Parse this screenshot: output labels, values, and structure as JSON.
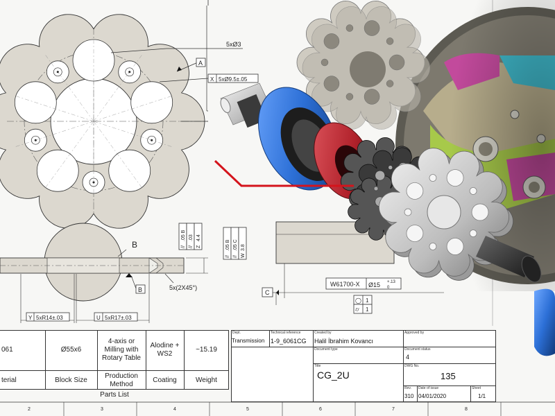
{
  "colors": {
    "part_gray": "#dcd8cf",
    "outline": "#333333",
    "blue": "#2c6fd6",
    "red": "#b0212a",
    "red_line": "#d4141c",
    "silver": "#c9c9c9",
    "dark": "#2a2a2a",
    "fixture_green": "#a7c94a",
    "fixture_magenta": "#c24a9c",
    "fixture_cyan": "#3fb7c9"
  },
  "drawing": {
    "top_view_dims": {
      "holes_count": "5xØ3",
      "datum_a": "A",
      "x_hole_tol": "X",
      "x_hole_spec": "5xØ9.5±.05"
    },
    "section_view": {
      "label_b_top": "B",
      "datum_b": "B",
      "chamfer": "5x(2X45°)",
      "radius_y_id": "Y",
      "radius_y_spec": "5xR14±.03",
      "radius_u_id": "U",
      "radius_u_spec": "5xR17±.03"
    },
    "gdt_left": {
      "row1": "Z",
      "row1_val": "4.4",
      "row2a": "//",
      "row2a_val": ".03",
      "row2b": "//",
      "row2b_val": ".05 B"
    },
    "gdt_right": {
      "row1": "W",
      "row1_val": "3.8",
      "row2a": "//",
      "row2a_val": ".05 C",
      "row2b": "//",
      "row2b_val": ".05 B"
    },
    "datum_c": "C",
    "w_dim": {
      "id": "W61700-X",
      "spec": "Ø15",
      "tol_upper": "+.13",
      "tol_lower": "0"
    },
    "flat_box": {
      "sym1": "◯",
      "val1": "1",
      "sym2": "⌭",
      "val2": "1"
    }
  },
  "parts_list": {
    "title": "Parts List",
    "values": [
      "061",
      "Ø55x6",
      "4-axis or Milling with Rotary Table",
      "Alodine + WS2",
      "~15.19"
    ],
    "headers": [
      "terial",
      "Block Size",
      "Production Method",
      "Coating",
      "Weight"
    ]
  },
  "title_block": {
    "dept_label": "Dept.",
    "dept": "Transmission",
    "tech_ref_label": "Technical reference",
    "tech_ref": "1-9_6061CG",
    "created_by_label": "Created by",
    "created_by": "Halil İbrahim Kovancı",
    "approved_by_label": "Approved by",
    "document_type_label": "Document type",
    "document_status_label": "Document status",
    "document_status": "4",
    "title_label": "Title",
    "title": "CG_2U",
    "dwg_no_label": "DWG No.",
    "dwg_no": "135",
    "rev_label": "Rev.",
    "rev": "310",
    "date_label": "Date of issue",
    "date": "04/01/2020",
    "sheet_label": "Sheet",
    "sheet": "1/1"
  },
  "border_numbers": [
    "2",
    "3",
    "4",
    "5",
    "6",
    "7",
    "8"
  ]
}
